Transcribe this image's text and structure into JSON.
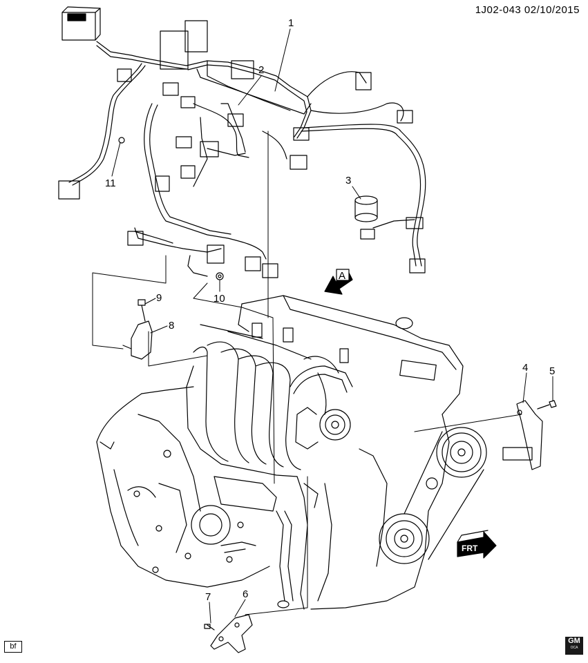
{
  "header": {
    "diagram_ref": "1J02-043  02/10/2015"
  },
  "view_marker": {
    "letter": "A"
  },
  "front_marker": {
    "label": "FRT"
  },
  "callouts": [
    {
      "id": "1",
      "label": "1"
    },
    {
      "id": "2",
      "label": "2"
    },
    {
      "id": "3",
      "label": "3"
    },
    {
      "id": "4",
      "label": "4"
    },
    {
      "id": "5",
      "label": "5"
    },
    {
      "id": "6",
      "label": "6"
    },
    {
      "id": "7",
      "label": "7"
    },
    {
      "id": "8",
      "label": "8"
    },
    {
      "id": "9",
      "label": "9"
    },
    {
      "id": "10",
      "label": "10"
    },
    {
      "id": "11",
      "label": "11"
    }
  ],
  "footer": {
    "badge": "bf",
    "logo_text": "GM",
    "logo_sub": "OCA"
  },
  "colors": {
    "line": "#000000",
    "background": "#ffffff"
  }
}
